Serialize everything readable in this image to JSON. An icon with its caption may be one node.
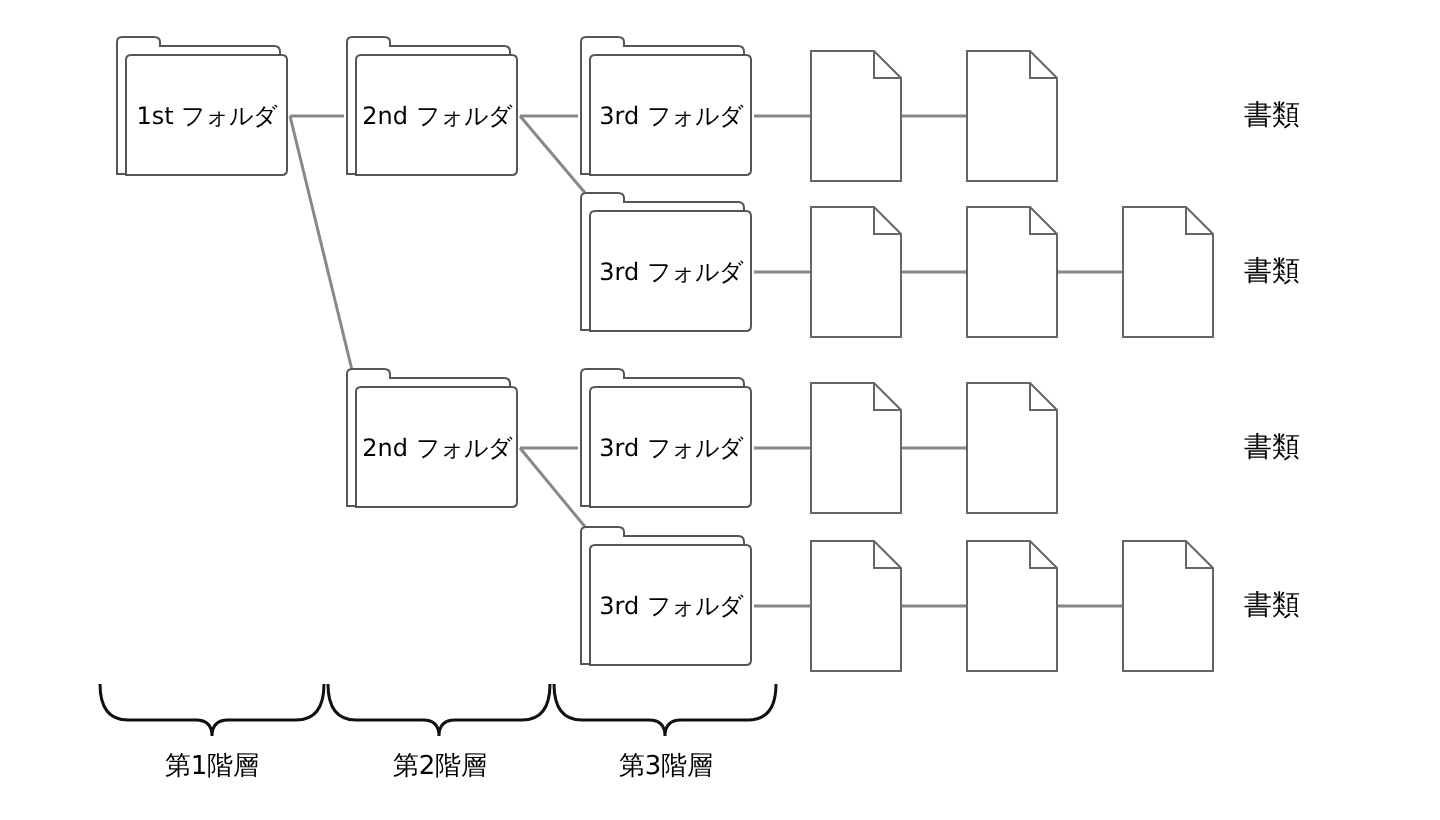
{
  "diagram": {
    "nodes": [
      {
        "text": [
          "1st フォルダ"
        ]
      },
      {
        "text": [
          "2nd フォルダ"
        ]
      },
      {
        "text": [
          "2nd フォルダ"
        ]
      },
      {
        "text": [
          "3rd フォルダ"
        ]
      },
      {
        "text": [
          "3rd フォルダ"
        ]
      },
      {
        "text": [
          "3rd フォルダ"
        ]
      },
      {
        "text": [
          "3rd フォルダ"
        ]
      },
      {
        "text": [],
        "shape": "document"
      },
      {
        "text": [],
        "shape": "document"
      },
      {
        "text": [],
        "shape": "document"
      },
      {
        "text": [],
        "shape": "document"
      },
      {
        "text": [],
        "shape": "document"
      },
      {
        "text": [],
        "shape": "document"
      },
      {
        "text": [],
        "shape": "document"
      },
      {
        "text": [],
        "shape": "document"
      },
      {
        "text": [],
        "shape": "document"
      },
      {
        "text": [],
        "shape": "document"
      }
    ],
    "edges": [
      {
        "from": 0,
        "to": 1,
        "arrow": "none"
      },
      {
        "from": 0,
        "to": 2,
        "arrow": "none"
      },
      {
        "from": 1,
        "to": 3,
        "arrow": "none"
      },
      {
        "from": 1,
        "to": 4,
        "arrow": "none"
      },
      {
        "from": 2,
        "to": 5,
        "arrow": "none"
      },
      {
        "from": 2,
        "to": 6,
        "arrow": "none"
      },
      {
        "from": 3,
        "to": 7,
        "arrow": "none"
      },
      {
        "from": 7,
        "to": 8,
        "arrow": "none"
      },
      {
        "from": 4,
        "to": 9,
        "arrow": "none"
      },
      {
        "from": 9,
        "to": 10,
        "arrow": "none"
      },
      {
        "from": 10,
        "to": 11,
        "arrow": "none"
      },
      {
        "from": 5,
        "to": 12,
        "arrow": "none"
      },
      {
        "from": 12,
        "to": 13,
        "arrow": "none"
      },
      {
        "from": 6,
        "to": 14,
        "arrow": "none"
      },
      {
        "from": 14,
        "to": 15,
        "arrow": "none"
      },
      {
        "from": 15,
        "to": 16,
        "arrow": "none"
      }
    ],
    "labels": [
      "書類",
      "書類",
      "書類",
      "書類",
      "第1階層",
      "第2階層",
      "第3階層"
    ]
  }
}
